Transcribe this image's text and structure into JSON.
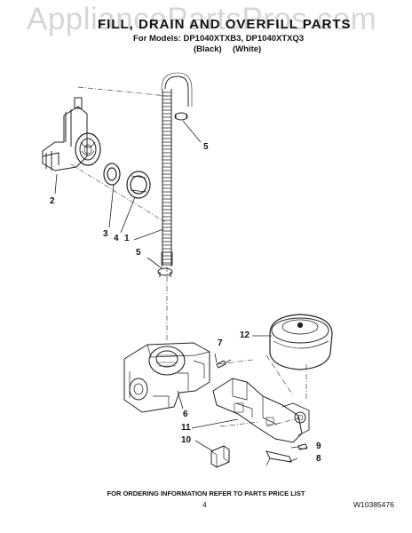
{
  "watermark": "AppliancePartsPros.com",
  "header": {
    "title": "FILL, DRAIN AND OVERFILL PARTS",
    "models": "For Models: DP1040XTXB3, DP1040XTXQ3",
    "colors": [
      "(Black)",
      "(White)"
    ]
  },
  "callouts": [
    "1",
    "2",
    "3",
    "4",
    "5",
    "5",
    "6",
    "7",
    "8",
    "9",
    "10",
    "11",
    "12"
  ],
  "footer": {
    "note": "FOR ORDERING INFORMATION REFER TO PARTS PRICE LIST",
    "page": "4",
    "part_number": "W10385476"
  }
}
